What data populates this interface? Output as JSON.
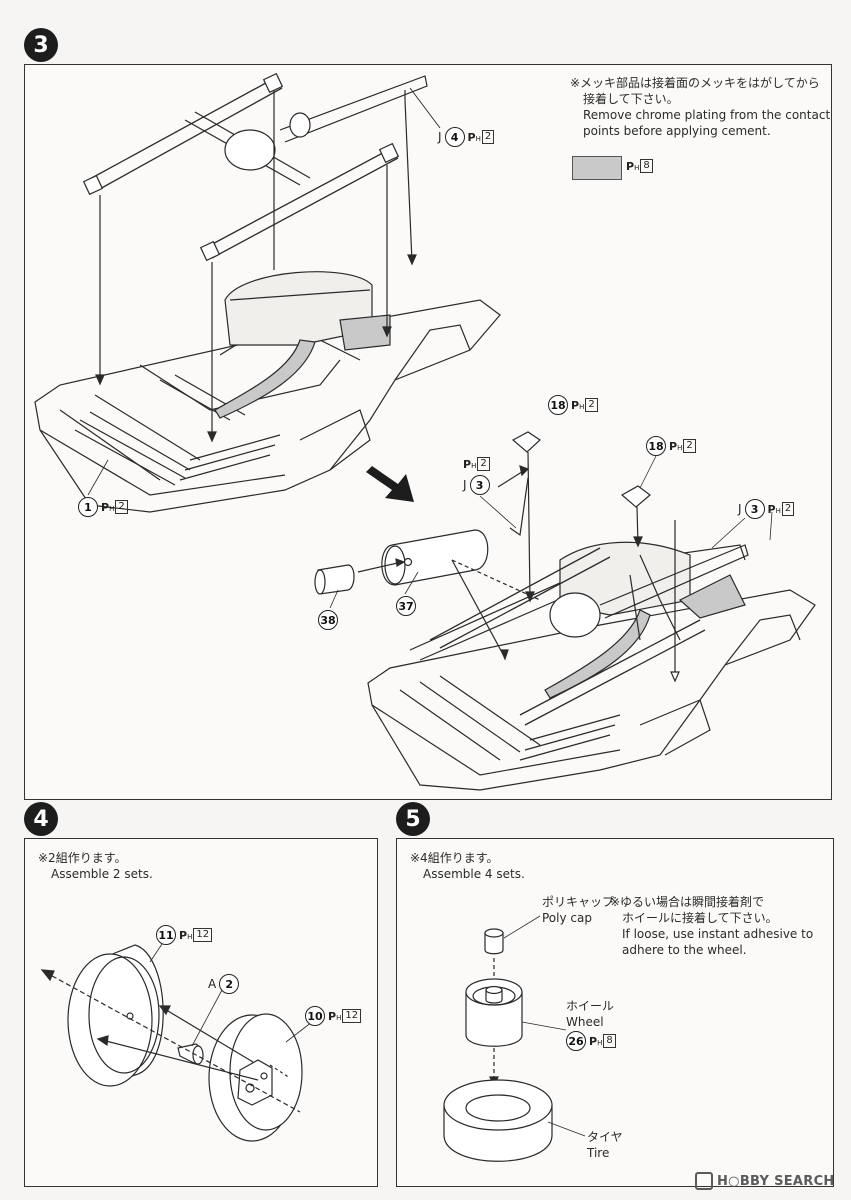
{
  "steps": {
    "s3": "3",
    "s4": "4",
    "s5": "5"
  },
  "step3": {
    "note_ja": "※メッキ部品は接着面のメッキをはがしてから",
    "note_ja2": "接着して下さい。",
    "note_en1": "Remove chrome plating from the contact",
    "note_en2": "points before applying cement.",
    "swatch_runner": {
      "letter": "P",
      "sub": "H",
      "num": "8"
    },
    "callouts": {
      "j4": {
        "prefix": "J",
        "part": "4",
        "runner": "2"
      },
      "p1": {
        "part": "1",
        "runner": "2"
      },
      "p18a": {
        "part": "18",
        "runner": "2"
      },
      "j3a_runner": {
        "runner": "2"
      },
      "j3a": {
        "prefix": "J",
        "part": "3"
      },
      "p18b": {
        "part": "18",
        "runner": "2"
      },
      "j3b": {
        "prefix": "J",
        "part": "3",
        "runner": "2"
      },
      "p37": {
        "part": "37"
      },
      "p38": {
        "part": "38"
      }
    }
  },
  "step4": {
    "note_ja": "※2組作ります。",
    "note_en": "Assemble 2 sets.",
    "callouts": {
      "p11": {
        "part": "11",
        "runner": "12"
      },
      "a2": {
        "prefix": "A",
        "part": "2"
      },
      "p10": {
        "part": "10",
        "runner": "12"
      }
    }
  },
  "step5": {
    "note_ja": "※4組作ります。",
    "note_en": "Assemble 4 sets.",
    "polycap_ja": "ポリキャップ",
    "polycap_en": "Poly cap",
    "loose_ja1": "※ゆるい場合は瞬間接着剤で",
    "loose_ja2": "ホイールに接着して下さい。",
    "loose_en1": "If loose, use instant adhesive to",
    "loose_en2": "adhere to the wheel.",
    "wheel_ja": "ホイール",
    "wheel_en": "Wheel",
    "wheel_part": {
      "part": "26",
      "runner": "8"
    },
    "tire_ja": "タイヤ",
    "tire_en": "Tire"
  },
  "runner_letter": "P",
  "runner_sub": "H",
  "watermark": "H○BBY SEARCH",
  "colors": {
    "ink": "#222222",
    "panel": "#fbfaf8",
    "page": "#f6f5f3",
    "swatch": "#c9c9c9"
  }
}
